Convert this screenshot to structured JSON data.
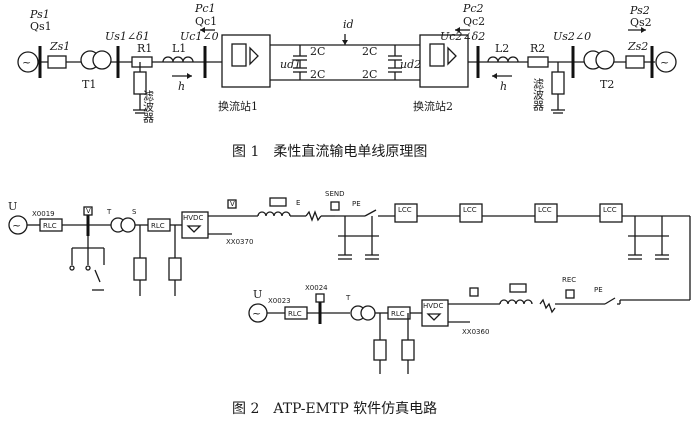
{
  "figure1": {
    "left": {
      "ps": "Ps1",
      "qs": "Qs1",
      "pc": "Pc1",
      "qc": "Qc1",
      "us": "Us1∠δ1",
      "uc": "Uc1∠0",
      "zs": "Zs1",
      "t": "T1",
      "r": "R1",
      "l": "L1",
      "h": "h",
      "filter": "滤波器",
      "station": "换流站1",
      "cap_top": "2C",
      "cap_bot": "2C",
      "ud": "ud1"
    },
    "right": {
      "ps": "Ps2",
      "qs": "Qs2",
      "pc": "Pc2",
      "qc": "Qc2",
      "us": "Us2∠0",
      "uc": "Uc2∠δ2",
      "zs": "Zs2",
      "t": "T2",
      "r": "R2",
      "l": "L2",
      "h": "h",
      "filter": "滤波器",
      "station": "换流站2",
      "cap_top": "2C",
      "cap_bot": "2C",
      "ud": "ud2"
    },
    "id": "id",
    "caption": "图 1　柔性直流输电单线原理图"
  },
  "figure2": {
    "labels": {
      "u_top": "U",
      "x0019": "X0019",
      "rlc": "RLC",
      "hvdc": "HVDC",
      "v": "V",
      "xx0370": "XX0370",
      "send": "SEND",
      "pe": "PE",
      "e": "E",
      "lcc": "LCC",
      "u_bot": "U",
      "x0023": "X0023",
      "x0024": "X0024",
      "xx0360": "XX0360",
      "rec": "REC",
      "pe2": "PE",
      "t_lbl": "T",
      "s_lbl": "S"
    },
    "caption": "图 2　ATP-EMTP 软件仿真电路"
  }
}
